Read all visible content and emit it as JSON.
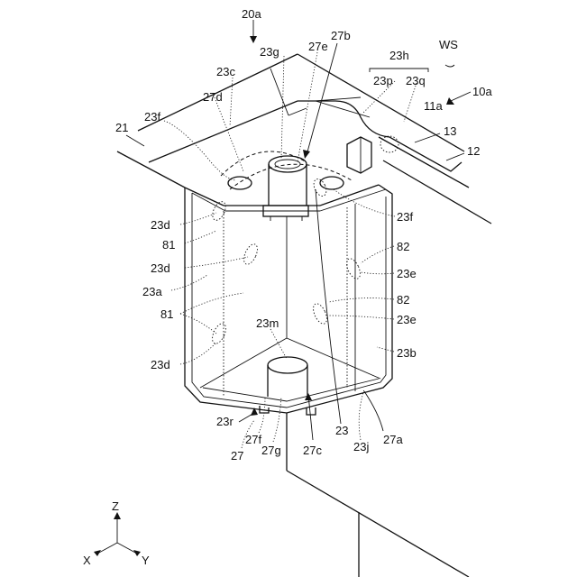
{
  "labels": [
    {
      "id": "20a",
      "text": "20a"
    },
    {
      "id": "WS",
      "text": "WS"
    },
    {
      "id": "23h",
      "text": "23h"
    },
    {
      "id": "27e",
      "text": "27e"
    },
    {
      "id": "27b",
      "text": "27b"
    },
    {
      "id": "23g",
      "text": "23g"
    },
    {
      "id": "23c",
      "text": "23c"
    },
    {
      "id": "23p",
      "text": "23p"
    },
    {
      "id": "23q",
      "text": "23q"
    },
    {
      "id": "10a",
      "text": "10a"
    },
    {
      "id": "27d",
      "text": "27d"
    },
    {
      "id": "11a",
      "text": "11a"
    },
    {
      "id": "23f_top",
      "text": "23f"
    },
    {
      "id": "21",
      "text": "21"
    },
    {
      "id": "13",
      "text": "13"
    },
    {
      "id": "12",
      "text": "12"
    },
    {
      "id": "23f_right",
      "text": "23f"
    },
    {
      "id": "23d_1",
      "text": "23d"
    },
    {
      "id": "81_1",
      "text": "81"
    },
    {
      "id": "82_1",
      "text": "82"
    },
    {
      "id": "23d_2",
      "text": "23d"
    },
    {
      "id": "23e_1",
      "text": "23e"
    },
    {
      "id": "23a",
      "text": "23a"
    },
    {
      "id": "82_2",
      "text": "82"
    },
    {
      "id": "81_2",
      "text": "81"
    },
    {
      "id": "23e_2",
      "text": "23e"
    },
    {
      "id": "23m",
      "text": "23m"
    },
    {
      "id": "23b",
      "text": "23b"
    },
    {
      "id": "23d_3",
      "text": "23d"
    },
    {
      "id": "23r",
      "text": "23r"
    },
    {
      "id": "23",
      "text": "23"
    },
    {
      "id": "27f",
      "text": "27f"
    },
    {
      "id": "23j",
      "text": "23j"
    },
    {
      "id": "27a",
      "text": "27a"
    },
    {
      "id": "27",
      "text": "27"
    },
    {
      "id": "27g",
      "text": "27g"
    },
    {
      "id": "27c",
      "text": "27c"
    },
    {
      "id": "Z",
      "text": "Z"
    },
    {
      "id": "X",
      "text": "X"
    },
    {
      "id": "Y",
      "text": "Y"
    }
  ]
}
